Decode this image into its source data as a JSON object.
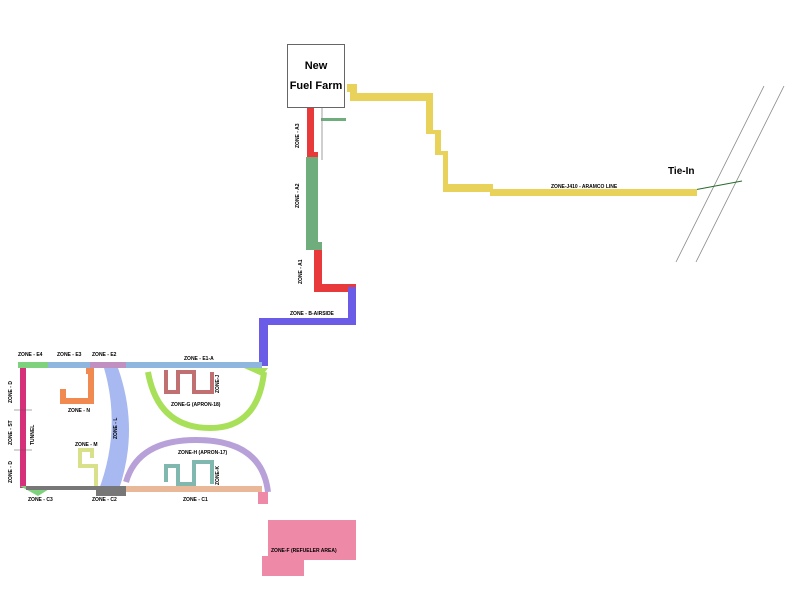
{
  "fuel_farm": {
    "line1": "New",
    "line2": "Fuel Farm"
  },
  "tie_in": "Tie-In",
  "colors": {
    "aramco": "#e8d25a",
    "a3": "#e83a3a",
    "a2": "#6fae7c",
    "a1": "#e83a3a",
    "airside": "#6a5ce6",
    "e1a": "#8fb6de",
    "e2": "#c090c0",
    "e3": "#8fb6de",
    "e4": "#7ed27e",
    "d": "#d6307a",
    "g": "#a8e05a",
    "h": "#b8a0d8",
    "j": "#c07070",
    "k": "#80b8b0",
    "l": "#a8b8f0",
    "m": "#d8e08a",
    "n": "#f08a50",
    "c1": "#e8b898",
    "c2": "#777777",
    "c3": "#7ed27e",
    "f": "#ee8aa8"
  },
  "labels": {
    "aramco": "ZONE-J410 - ARAMCO LINE",
    "a3": "ZONE - A3",
    "a2": "ZONE - A2",
    "a1": "ZONE - A1",
    "airside": "ZONE - B-AIRSIDE",
    "e4": "ZONE - E4",
    "e3": "ZONE - E3",
    "e2": "ZONE - E2",
    "e1a": "ZONE - E1-A",
    "d_top": "ZONE - D",
    "st": "ZONE - ST",
    "tunnel": "TUNNEL",
    "d_bottom": "ZONE - D",
    "n": "ZONE - N",
    "m": "ZONE - M",
    "l": "ZONE - L",
    "j": "ZONE-J",
    "g": "ZONE-G (APRON-18)",
    "h": "ZONE-H (APRON-17)",
    "k": "ZONE-K",
    "c3": "ZONE - C3",
    "c2": "ZONE - C2",
    "c1": "ZONE - C1",
    "f": "ZONE-F (REFUELER AREA)"
  }
}
